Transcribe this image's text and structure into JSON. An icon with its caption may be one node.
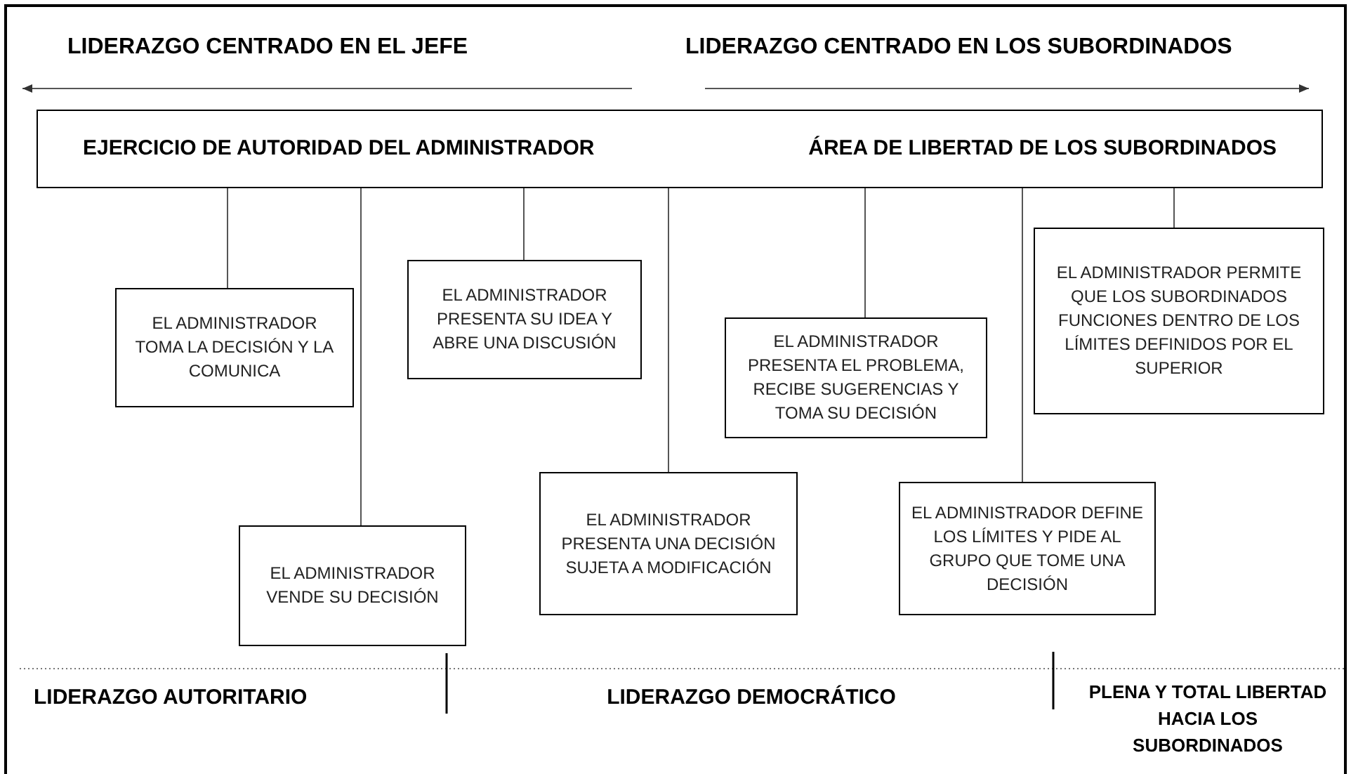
{
  "diagram": {
    "nodes": [
      {
        "text": [
          "EJERCICIO DE AUTORIDAD DEL ADMINISTRADOR",
          "ÁREA DE LIBERTAD DE LOS SUBORDINADOS"
        ]
      },
      {
        "text": [
          "EL ADMINISTRADOR TOMA LA DECISIÓN Y LA COMUNICA"
        ]
      },
      {
        "text": [
          "EL ADMINISTRADOR VENDE SU DECISIÓN"
        ]
      },
      {
        "text": [
          "EL ADMINISTRADOR PRESENTA SU IDEA Y ABRE UNA DISCUSIÓN"
        ]
      },
      {
        "text": [
          "EL ADMINISTRADOR PRESENTA UNA DECISIÓN SUJETA A MODIFICACIÓN"
        ]
      },
      {
        "text": [
          "EL ADMINISTRADOR PRESENTA EL PROBLEMA, RECIBE SUGERENCIAS Y TOMA SU DECISIÓN"
        ]
      },
      {
        "text": [
          "EL ADMINISTRADOR DEFINE LOS LÍMITES Y PIDE AL GRUPO QUE TOME UNA DECISIÓN"
        ]
      },
      {
        "text": [
          "EL ADMINISTRADOR PERMITE QUE LOS SUBORDINADOS FUNCIONES DENTRO DE LOS LÍMITES DEFINIDOS POR EL SUPERIOR"
        ]
      }
    ],
    "edges": [
      {
        "from": 0,
        "to": 1,
        "arrow": "none"
      },
      {
        "from": 0,
        "to": 2,
        "arrow": "none"
      },
      {
        "from": 0,
        "to": 3,
        "arrow": "none"
      },
      {
        "from": 0,
        "to": 4,
        "arrow": "none"
      },
      {
        "from": 0,
        "to": 5,
        "arrow": "none"
      },
      {
        "from": 0,
        "to": 6,
        "arrow": "none"
      },
      {
        "from": 0,
        "to": 7,
        "arrow": "none"
      }
    ],
    "labels": [
      "LIDERAZGO CENTRADO EN EL JEFE",
      "LIDERAZGO CENTRADO EN LOS SUBORDINADOS",
      "LIDERAZGO AUTORITARIO",
      "LIDERAZGO DEMOCRÁTICO",
      "PLENA Y TOTAL LIBERTAD HACIA LOS SUBORDINADOS"
    ]
  }
}
